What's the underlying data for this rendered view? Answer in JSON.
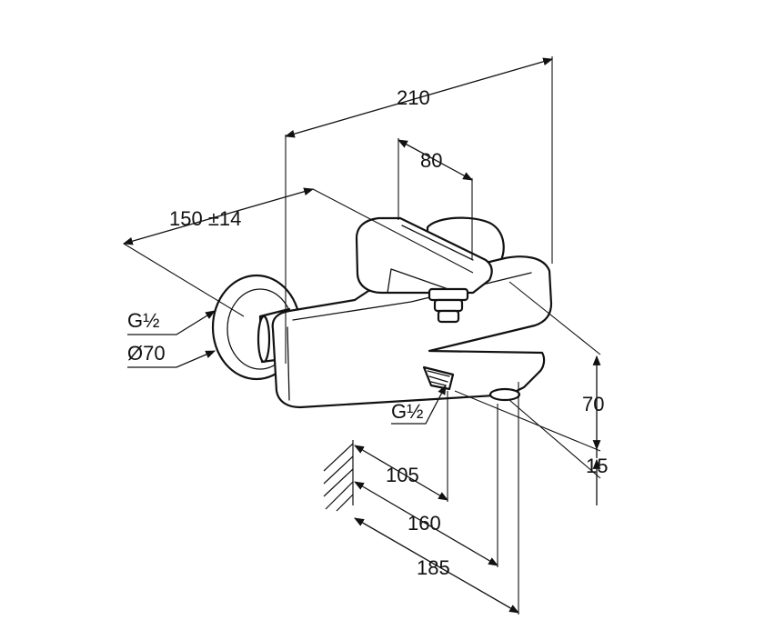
{
  "dimensions": {
    "overall_width": "210",
    "lever_depth": "80",
    "centre_distance": "150 ±14",
    "wall_thread": "G½",
    "rosette_diameter": "Ø70",
    "outlet_thread": "G½",
    "height": "70",
    "outlet_offset": "15",
    "outlet_projection": "105",
    "spout_projection": "160",
    "total_projection": "185"
  }
}
